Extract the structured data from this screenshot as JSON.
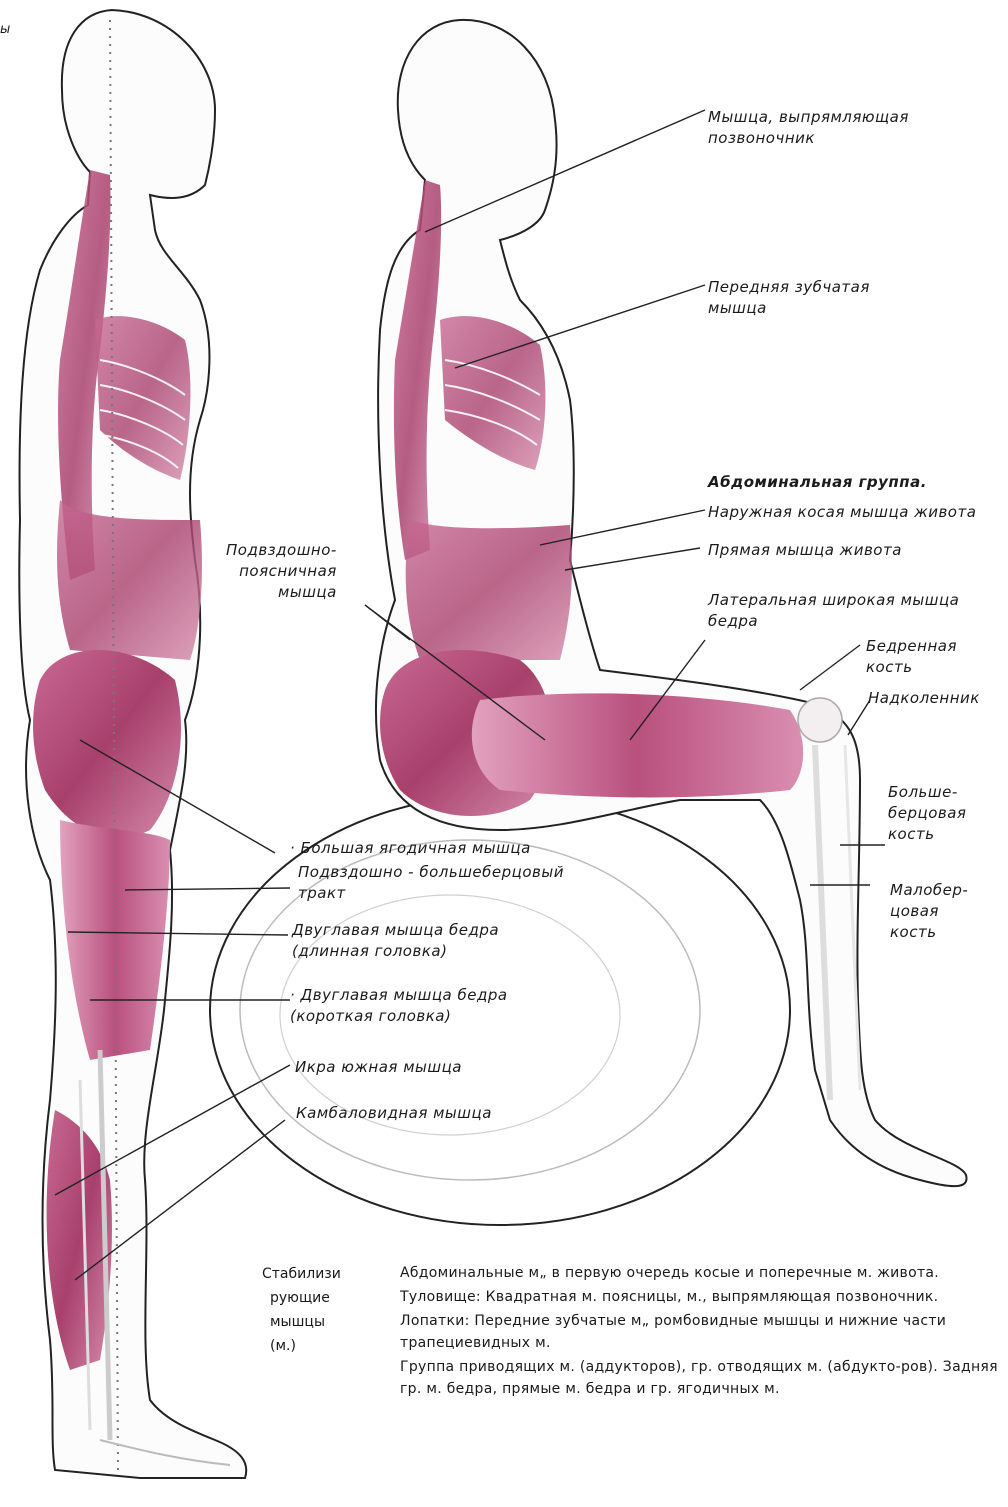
{
  "corner_fragment": "ы",
  "labels": {
    "erector_spinae": [
      "Мышца,      выпрямляющая",
      "позвоночник"
    ],
    "serratus_anterior": [
      "Передняя   зубчатая",
      "мышца"
    ],
    "abdominal_group": "Абдоминальная   группа.",
    "external_oblique": "Наружная  косая  мышца  живота",
    "rectus_abdominis": "Прямая  мышца  живота",
    "vastus_lateralis": [
      "Латеральная   широкая  мышца",
      "бедра"
    ],
    "femur": [
      "Бедренная",
      "кость"
    ],
    "patella": "Надколенник",
    "tibia": [
      "Больше-",
      "берцовая",
      "кость"
    ],
    "fibula": [
      "Малобер-",
      "цовая",
      "кость"
    ],
    "iliopsoas": [
      "Подвздошно-",
      "поясничная",
      "мышца"
    ],
    "gluteus_maximus": "·  Большая ягодичная мышца",
    "iliotibial_tract": [
      "Подвздошно  -  большеберцовый",
      "тракт"
    ],
    "biceps_long": [
      "Двуглавая   мышца   бедра",
      "(длинная   головка)"
    ],
    "biceps_short": [
      "·  Двуглавая  мышца  бедра",
      "(короткая   головка)"
    ],
    "gastrocnemius": "Икра  южная   мышца",
    "soleus": "Камбаловидная      мышца"
  },
  "stabilizers": {
    "title": [
      "Стабилизи",
      "рующие",
      "мышцы",
      "(м.)"
    ],
    "items": [
      "Абдоминальные м„ в первую очередь косые и поперечные м. живота.",
      "Туловище: Квадратная м. поясницы, м., выпрямляющая позвоночник.",
      "Лопатки: Передние зубчатые м„ ромбовидные мышцы и нижние части трапециевидных м.",
      "Группа приводящих м. (аддукторов), гр. отводящих м. (абдукто-ров). Задняя гр. м. бедра, прямые м. бедра и гр. ягодичных м."
    ]
  },
  "colors": {
    "muscle": "#b04a74",
    "muscle_dark": "#8a2a55",
    "muscle_light": "#e4a6c3",
    "outline": "#222222"
  }
}
